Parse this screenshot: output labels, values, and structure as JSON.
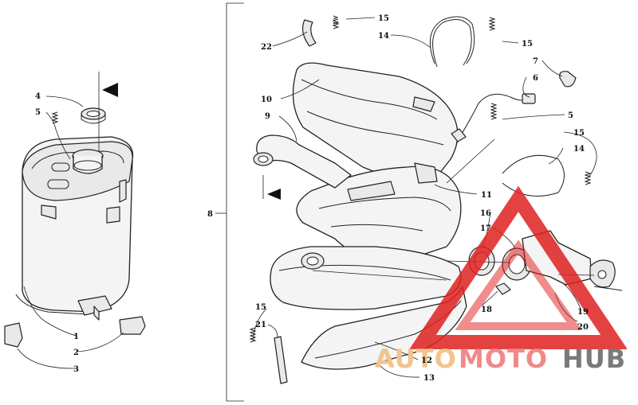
{
  "diagram": {
    "callouts": {
      "c1": "1",
      "c2": "2",
      "c3": "3",
      "c4": "4",
      "c5a": "5",
      "c5b": "5",
      "c6": "6",
      "c7": "7",
      "c8": "8",
      "c9": "9",
      "c10": "10",
      "c11": "11",
      "c12": "12",
      "c13": "13",
      "c14a": "14",
      "c14b": "14",
      "c15a": "15",
      "c15b": "15",
      "c15c": "15",
      "c15d": "15",
      "c16": "16",
      "c17": "17",
      "c18": "18",
      "c19": "19",
      "c20": "20",
      "c21": "21",
      "c22": "22"
    }
  },
  "watermark": {
    "word_auto": "AUTO",
    "word_moto": "MOTO",
    "word_hub": "HUB",
    "colors": {
      "triangle": "#e02020",
      "auto": "#f4c38c",
      "moto": "#f08a8a",
      "hub": "#7a7a7a"
    }
  }
}
